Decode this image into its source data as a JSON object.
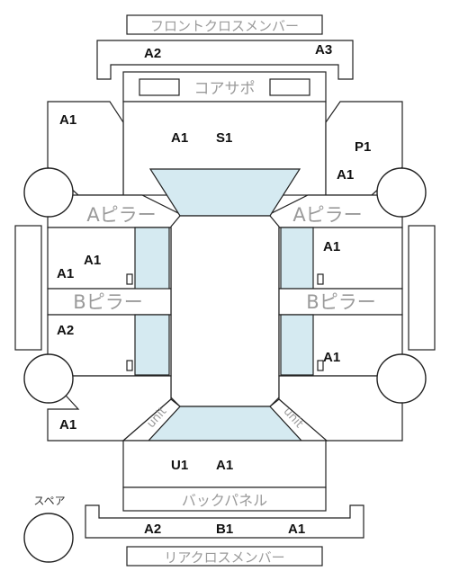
{
  "diagram": {
    "labels": {
      "front_cross_member": "フロントクロスメンバー",
      "core_support": "コアサポ",
      "a_pillar_left": "Aピラー",
      "a_pillar_right": "Aピラー",
      "b_pillar_left": "Bピラー",
      "b_pillar_right": "Bピラー",
      "unit_left": "unit",
      "unit_right": "unit",
      "back_panel": "バックパネル",
      "rear_cross_member": "リアクロスメンバー",
      "spare": "スペア"
    },
    "codes": {
      "front_member_left": "A2",
      "front_member_right": "A3",
      "left_front_fender": "A1",
      "hood_1": "A1",
      "hood_2": "S1",
      "right_front_fender_1": "P1",
      "right_front_fender_2": "A1",
      "left_front_door_1": "A1",
      "left_front_door_2": "A1",
      "right_front_door": "A1",
      "left_rear_door": "A2",
      "right_rear_door": "A1",
      "left_rear_fender": "A1",
      "trunk_1": "U1",
      "trunk_2": "A1",
      "rear_member_1": "A2",
      "rear_member_2": "B1",
      "rear_member_3": "A1"
    }
  }
}
